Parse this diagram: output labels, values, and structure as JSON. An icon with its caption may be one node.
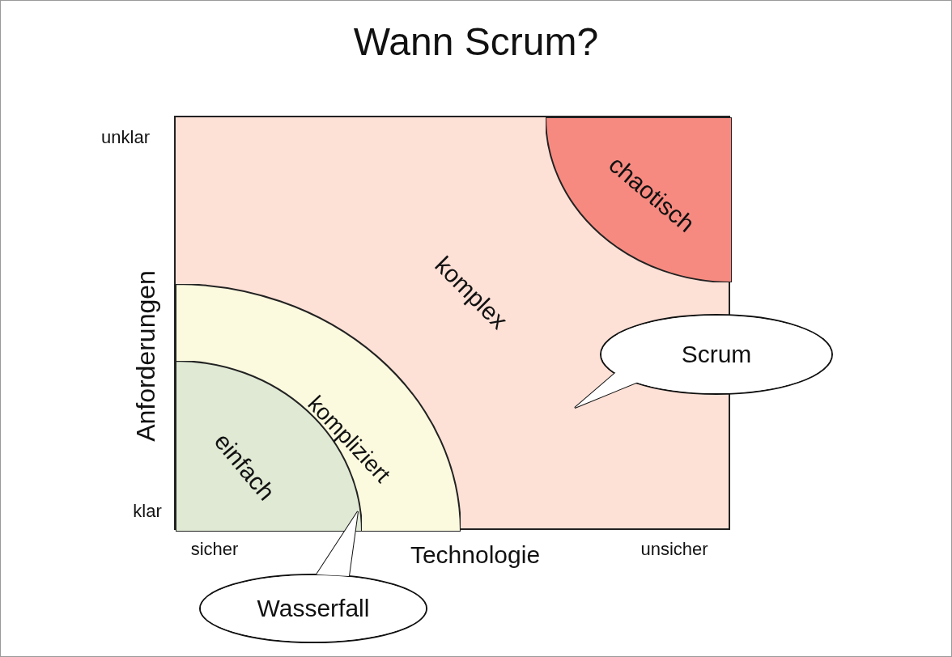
{
  "diagram": {
    "title": "Wann Scrum?",
    "nodes": [
      {
        "text": [
          "komplex"
        ]
      },
      {
        "text": [
          "chaotisch"
        ],
        "in": 0
      },
      {
        "text": [
          "kompliziert"
        ],
        "in": 0
      },
      {
        "text": [
          "einfach"
        ],
        "in": 2
      },
      {
        "text": [
          "Scrum"
        ]
      },
      {
        "text": [
          "Wasserfall"
        ]
      }
    ],
    "labels": [
      "unklar",
      "klar",
      "Anforderungen",
      "sicher",
      "Technologie",
      "unsicher"
    ]
  }
}
